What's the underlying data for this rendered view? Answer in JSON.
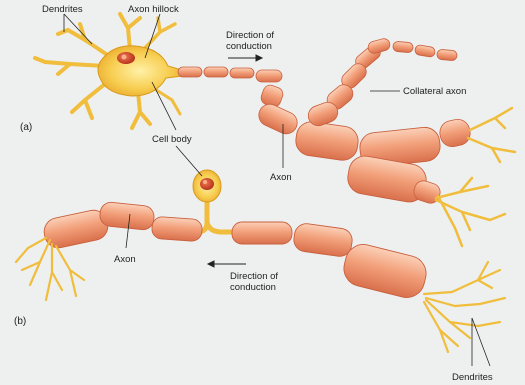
{
  "panels": [
    {
      "id": "a",
      "label": "(a)"
    },
    {
      "id": "b",
      "label": "(b)"
    }
  ],
  "labels": {
    "dendrites_a": "Dendrites",
    "axon_hillock": "Axon hillock",
    "direction_a_line1": "Direction of",
    "direction_a_line2": "conduction",
    "collateral_axon": "Collateral axon",
    "cell_body": "Cell body",
    "axon_a": "Axon",
    "axon_b": "Axon",
    "direction_b_line1": "Direction of",
    "direction_b_line2": "conduction",
    "dendrites_b": "Dendrites"
  },
  "colors": {
    "background": "#eef0f0",
    "neuron_yellow": "#f5c64a",
    "neuron_yellow_edge": "#d89a1a",
    "myelin_fill": "#f2a37e",
    "myelin_edge": "#c8603e",
    "myelin_highlight": "#fbd3bd",
    "nucleus": "#d9452a",
    "leader_line": "#222222"
  }
}
